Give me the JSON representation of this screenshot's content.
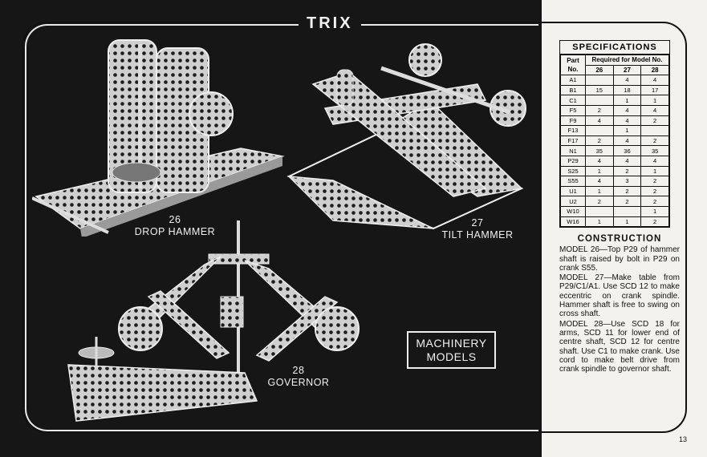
{
  "brand": "TRIX",
  "models": [
    {
      "number": "26",
      "name": "DROP HAMMER"
    },
    {
      "number": "27",
      "name": "TILT HAMMER"
    },
    {
      "number": "28",
      "name": "GOVERNOR"
    }
  ],
  "badge": {
    "line1": "MACHINERY",
    "line2": "MODELS"
  },
  "specifications": {
    "title": "SPECIFICATIONS",
    "part_header": "Part No.",
    "required_header": "Required for Model No.",
    "model_cols": [
      "26",
      "27",
      "28"
    ],
    "rows": [
      [
        "A1",
        "",
        "4",
        "4"
      ],
      [
        "B1",
        "15",
        "18",
        "17"
      ],
      [
        "C1",
        "",
        "1",
        "1"
      ],
      [
        "F5",
        "2",
        "4",
        "4"
      ],
      [
        "F9",
        "4",
        "4",
        "2"
      ],
      [
        "F13",
        "",
        "1",
        ""
      ],
      [
        "F17",
        "2",
        "4",
        "2"
      ],
      [
        "N1",
        "35",
        "36",
        "35"
      ],
      [
        "P29",
        "4",
        "4",
        "4"
      ],
      [
        "S25",
        "1",
        "2",
        "1"
      ],
      [
        "S55",
        "4",
        "3",
        "2"
      ],
      [
        "U1",
        "1",
        "2",
        "2"
      ],
      [
        "U2",
        "2",
        "2",
        "2"
      ],
      [
        "W10",
        "",
        "",
        "1"
      ],
      [
        "W16",
        "1",
        "1",
        "2"
      ]
    ]
  },
  "construction": {
    "title": "CONSTRUCTION",
    "paragraphs": [
      "MODEL 26—Top P29 of hammer shaft is raised by bolt in P29 on crank S55.",
      "MODEL 27—Make table from P29/C1/A1. Use SCD 12 to make eccentric on crank spindle. Hammer shaft is free to swing on cross shaft.",
      "MODEL 28—Use SCD 18 for arms, SCD 11 for lower end of centre shaft, SCD 12 for centre shaft. Use C1 to make crank. Use cord to make belt drive from crank spindle to governor shaft."
    ]
  },
  "page_number": "13"
}
